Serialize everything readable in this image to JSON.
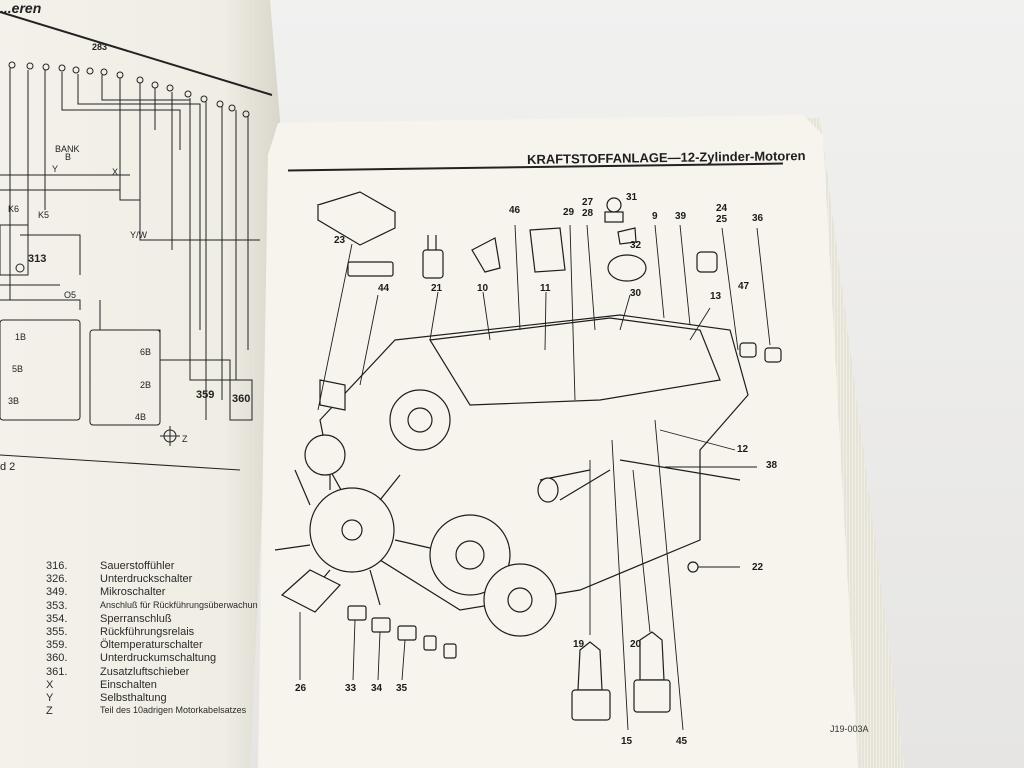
{
  "left_page": {
    "header": "...eren",
    "diagram_labels": [
      "283",
      "313",
      "BANK",
      "B",
      "Y",
      "X",
      "K5",
      "K6",
      "Y/W",
      "O5",
      "359",
      "360",
      "1B",
      "5B",
      "3B",
      "6B",
      "2B",
      "4B",
      "Z",
      "d 2"
    ],
    "legend": [
      {
        "num": "316.",
        "desc": "Sauerstoffühler"
      },
      {
        "num": "326.",
        "desc": "Unterdruckschalter"
      },
      {
        "num": "349.",
        "desc": "Mikroschalter"
      },
      {
        "num": "353.",
        "desc": "Anschluß für Rückführungsüberwachung"
      },
      {
        "num": "354.",
        "desc": "Sperranschluß"
      },
      {
        "num": "355.",
        "desc": "Rückführungsrelais"
      },
      {
        "num": "359.",
        "desc": "Öltemperaturschalter"
      },
      {
        "num": "360.",
        "desc": "Unterdruckumschaltung"
      },
      {
        "num": "361.",
        "desc": "Zusatzluftschieber"
      },
      {
        "num": "X",
        "desc": "Einschalten"
      },
      {
        "num": "Y",
        "desc": "Selbsthaltung"
      },
      {
        "num": "Z",
        "desc": "Teil des 10adrigen Motorkabelsatzes"
      }
    ]
  },
  "right_page": {
    "title": "KRAFTSTOFFANLAGE—12-Zylinder-Motoren",
    "figure_code": "J19-003A",
    "callouts": {
      "c23": "23",
      "c44": "44",
      "c21": "21",
      "c10": "10",
      "c11": "11",
      "c46": "46",
      "c29": "29",
      "c27": "27",
      "c28": "28",
      "c31": "31",
      "c32": "32",
      "c30": "30",
      "c9": "9",
      "c39": "39",
      "c13": "13",
      "c24": "24",
      "c25": "25",
      "c36": "36",
      "c47": "47",
      "c12": "12",
      "c38": "38",
      "c22": "22",
      "c26": "26",
      "c33": "33",
      "c34": "34",
      "c35": "35",
      "c19": "19",
      "c15": "15",
      "c20": "20",
      "c45": "45"
    }
  },
  "colors": {
    "paper": "#f6f4ec",
    "ink": "#1e1e1e",
    "background": "#ecebea"
  }
}
